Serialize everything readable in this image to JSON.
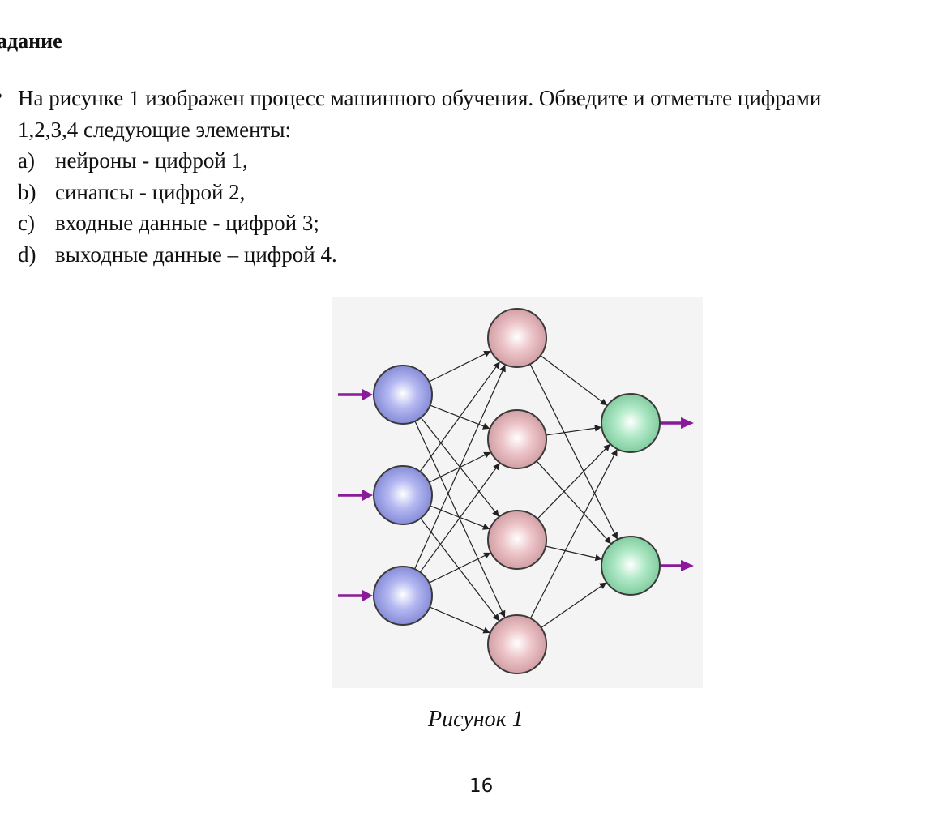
{
  "heading": "адание",
  "task": {
    "marker": "•",
    "intro_line_1": "На рисунке 1 изображен процесс машинного обучения. Обведите и отметьте цифрами",
    "intro_line_2": "1,2,3,4 следующие элементы:",
    "items": [
      {
        "letter": "a)",
        "text": "нейроны - цифрой 1,"
      },
      {
        "letter": "b)",
        "text": "синапсы - цифрой 2,"
      },
      {
        "letter": "c)",
        "text": "входные данные - цифрой 3;"
      },
      {
        "letter": "d)",
        "text": "выходные данные – цифрой 4."
      }
    ]
  },
  "figure": {
    "caption": "Рисунок 1",
    "layers": [
      {
        "role": "input",
        "neurons": 3,
        "color": "#8b92ea"
      },
      {
        "role": "hidden",
        "neurons": 4,
        "color": "#e4a8ae"
      },
      {
        "role": "output",
        "neurons": 2,
        "color": "#86dda9"
      }
    ],
    "input_arrow_color": "#8a1a9a",
    "output_arrow_color": "#8a1a9a",
    "connection_color": "#222222"
  },
  "page_number": "16"
}
